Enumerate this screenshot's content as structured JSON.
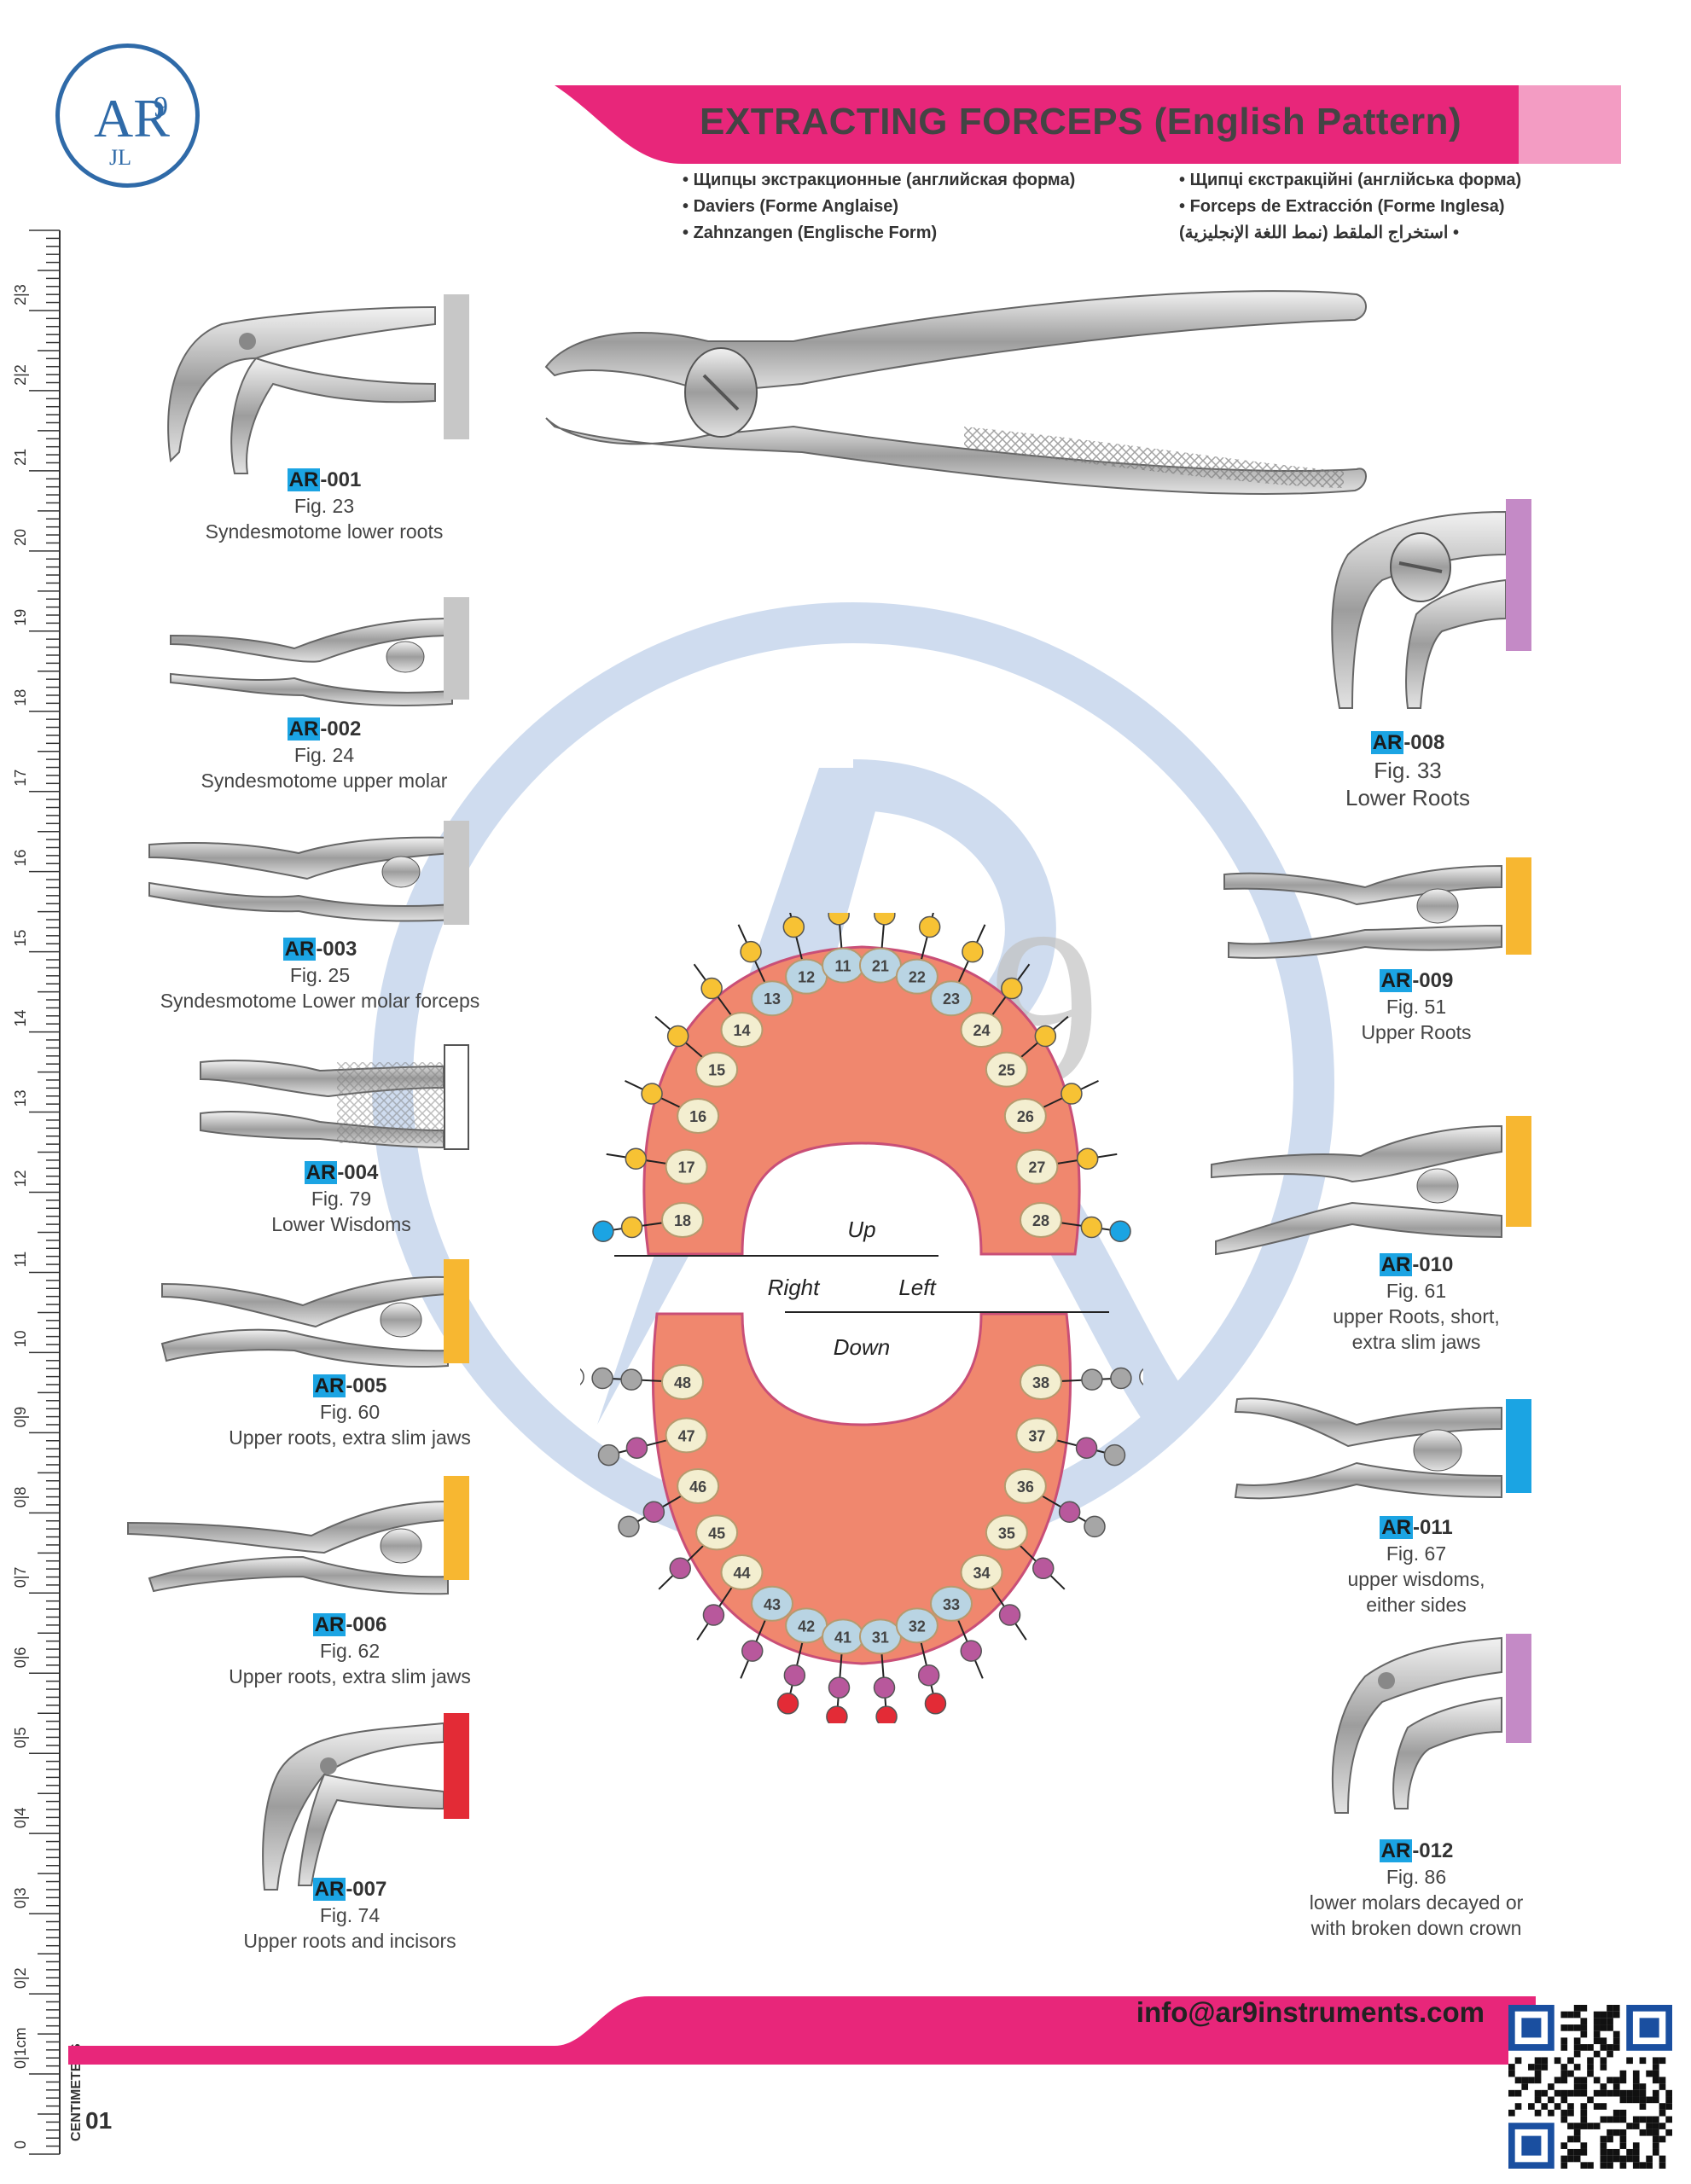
{
  "brand": {
    "logo_letters": "AR",
    "logo_digit": "9",
    "logo_symbol": "JL",
    "watermark_digit": "9"
  },
  "header": {
    "title": "EXTRACTING FORCEPS (English Pattern)",
    "accent_color": "#e8267a",
    "tab_color": "#f39cc3",
    "translations_left": [
      "Щипцы экстракционные (английская форма)",
      "Daviers (Forme Anglaise)",
      "Zahnzangen (Englische Form)"
    ],
    "translations_right": [
      "Щипці єкстракційні (англійська форма)",
      "Forceps de Extracción (Forme Inglesa)",
      "استخراج الملقط (نمط اللغة الإنجليزية)"
    ]
  },
  "ruler": {
    "unit_label": "CENTIMETERS",
    "first_label": "0",
    "second_label": "0|1cm",
    "labels": [
      "0|2",
      "0|3",
      "0|4",
      "0|5",
      "0|6",
      "0|7",
      "0|8",
      "0|9",
      "10",
      "11",
      "12",
      "13",
      "14",
      "15",
      "16",
      "17",
      "18",
      "19",
      "20",
      "21",
      "2|2",
      "2|3"
    ]
  },
  "items": [
    {
      "prefix": "AR",
      "num": "-001",
      "fig": "Fig. 23",
      "desc": [
        "Syndesmotome lower roots"
      ],
      "color": "#c7c7c7",
      "shape": "syndes-lower"
    },
    {
      "prefix": "AR",
      "num": "-002",
      "fig": "Fig. 24",
      "desc": [
        "Syndesmotome upper molar"
      ],
      "color": "#c7c7c7",
      "shape": "straight"
    },
    {
      "prefix": "AR",
      "num": "-003",
      "fig": "Fig. 25",
      "desc": [
        "Syndesmotome Lower molar forceps"
      ],
      "color": "#c7c7c7",
      "shape": "straight"
    },
    {
      "prefix": "AR",
      "num": "-004",
      "fig": "Fig. 79",
      "desc": [
        "Lower Wisdoms"
      ],
      "color": "#ffffff",
      "shape": "short"
    },
    {
      "prefix": "AR",
      "num": "-005",
      "fig": "Fig. 60",
      "desc": [
        "Upper roots, extra slim jaws"
      ],
      "color": "#f7b731",
      "shape": "straight"
    },
    {
      "prefix": "AR",
      "num": "-006",
      "fig": "Fig. 62",
      "desc": [
        "Upper roots, extra slim jaws"
      ],
      "color": "#f7b731",
      "shape": "long"
    },
    {
      "prefix": "AR",
      "num": "-007",
      "fig": "Fig. 74",
      "desc": [
        "Upper roots and incisors"
      ],
      "color": "#e32b36",
      "shape": "lower-hawk"
    },
    {
      "prefix": "AR",
      "num": "-008",
      "fig": "Fig. 33",
      "desc": [
        "Lower Roots"
      ],
      "color": "#c48ac6",
      "shape": "lower-roots"
    },
    {
      "prefix": "AR",
      "num": "-009",
      "fig": "Fig. 51",
      "desc": [
        "Upper Roots"
      ],
      "color": "#f7b731",
      "shape": "straight-r"
    },
    {
      "prefix": "AR",
      "num": "-010",
      "fig": "Fig. 61",
      "desc": [
        "upper Roots, short,",
        "extra slim jaws"
      ],
      "color": "#f7b731",
      "shape": "straight-r"
    },
    {
      "prefix": "AR",
      "num": "-011",
      "fig": "Fig. 67",
      "desc": [
        "upper wisdoms,",
        "either sides"
      ],
      "color": "#1ba4e3",
      "shape": "wisdom-r"
    },
    {
      "prefix": "AR",
      "num": "-012",
      "fig": "Fig. 86",
      "desc": [
        "lower molars decayed or",
        "with broken down crown"
      ],
      "color": "#c48ac6",
      "shape": "lower-hawk-r"
    }
  ],
  "chart": {
    "labels": {
      "up": "Up",
      "down": "Down",
      "right": "Right",
      "left": "Left"
    },
    "upper_teeth": [
      "18",
      "17",
      "16",
      "15",
      "14",
      "13",
      "12",
      "11",
      "21",
      "22",
      "23",
      "24",
      "25",
      "26",
      "27",
      "28"
    ],
    "lower_teeth": [
      "48",
      "47",
      "46",
      "45",
      "44",
      "43",
      "42",
      "41",
      "31",
      "32",
      "33",
      "34",
      "35",
      "36",
      "37",
      "38"
    ],
    "colors": {
      "gum": "#f0876e",
      "tooth": "#f3eed0",
      "tooth_blue": "#b9d4e3",
      "yellow": "#f7c234",
      "blue": "#1ba4e3",
      "grey": "#a6a6a6",
      "purple": "#b8589c",
      "red": "#e32b36",
      "white": "#ffffff"
    }
  },
  "footer": {
    "email": "info@ar9instruments.com",
    "page_number": "01",
    "band_color": "#e8267a"
  }
}
